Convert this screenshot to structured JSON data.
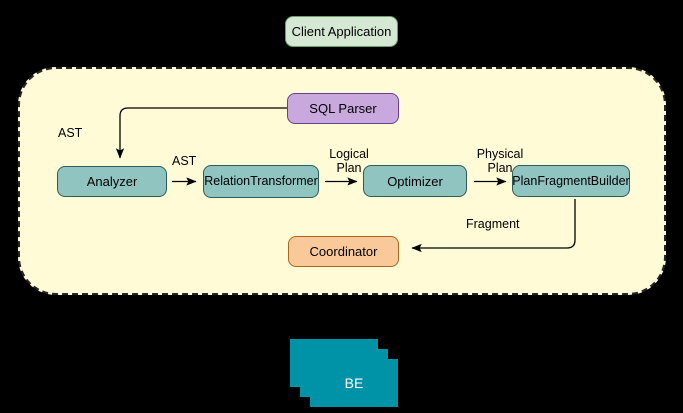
{
  "diagram": {
    "title_node": "Client Application",
    "container_label": "",
    "nodes": {
      "client_application": "Client Application",
      "sql_parser": "SQL Parser",
      "analyzer": "Analyzer",
      "relation_transformer": "RelationTransformer",
      "optimizer": "Optimizer",
      "plan_fragment_builder": "PlanFragmentBuilder",
      "coordinator": "Coordinator",
      "be": "BE"
    },
    "edge_labels": {
      "ast_from_parser": "AST",
      "ast_to_relation": "AST",
      "logical_plan": "Logical\nPlan",
      "physical_plan": "Physical\nPlan",
      "fragment": "Fragment"
    },
    "colors": {
      "background": "#000000",
      "container_fill": "#fffbd6",
      "container_border": "#262626",
      "client_fill": "#d5e8d4",
      "client_border": "#6f9c6a",
      "parser_fill": "#c9a9dd",
      "parser_border": "#6a3f8e",
      "process_fill": "#8fc4c0",
      "process_border": "#2f5b58",
      "coordinator_fill": "#fac99a",
      "coordinator_border": "#a8661f",
      "be_fill": "#0093a8",
      "be_text": "#ffffff",
      "edge_stroke": "#000000"
    }
  }
}
